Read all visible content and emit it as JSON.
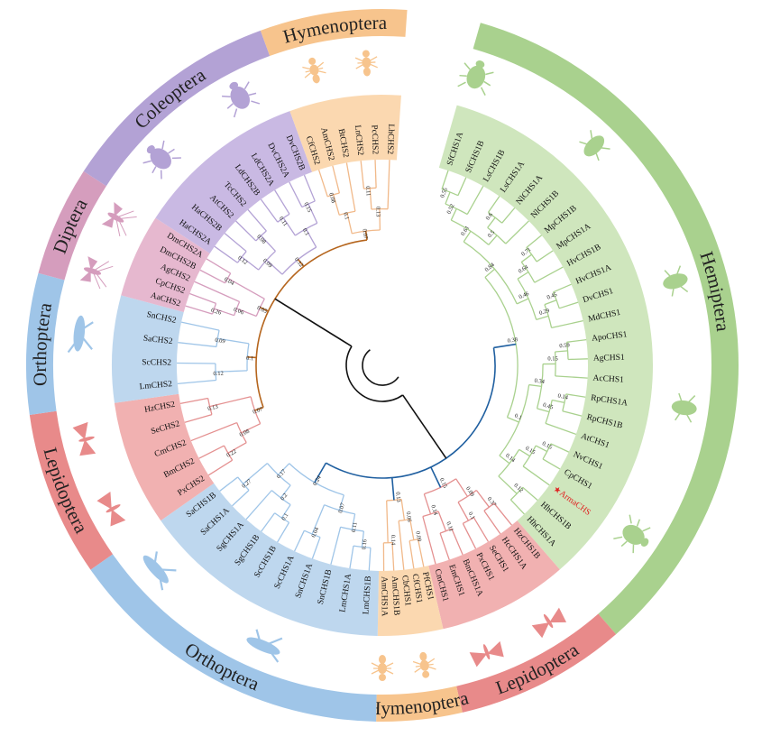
{
  "figure": {
    "type": "circular-phylogenetic-tree",
    "highlight_color": "#e02020"
  },
  "orders": [
    {
      "key": "hemiptera_a",
      "name": "Hemiptera",
      "color": "#a9d18e",
      "fill": "#cfe6bd",
      "line": "#a9d18e",
      "start": 16,
      "end": 139
    },
    {
      "key": "lepidoptera_a",
      "name": "Lepidoptera",
      "color": "#e88a8a",
      "fill": "#f1b1b1",
      "line": "#e49090",
      "start": 139,
      "end": 167
    },
    {
      "key": "hymenoptera_a",
      "name": "Hymenoptera",
      "color": "#f7c48d",
      "fill": "#fbd8b0",
      "line": "#f1b98a",
      "start": 167,
      "end": 181
    },
    {
      "key": "orthoptera_a",
      "name": "Orthoptera",
      "color": "#9fc5e8",
      "fill": "#bed7ee",
      "line": "#9fc5e8",
      "start": 181,
      "end": 235
    },
    {
      "key": "lepidoptera_b",
      "name": "Lepidoptera",
      "color": "#e88a8a",
      "fill": "#f1b1b1",
      "line": "#e49090",
      "start": 235,
      "end": 262
    },
    {
      "key": "orthoptera_b",
      "name": "Orthoptera",
      "color": "#9fc5e8",
      "fill": "#bed7ee",
      "line": "#9fc5e8",
      "start": 262,
      "end": 285
    },
    {
      "key": "diptera",
      "name": "Diptera",
      "color": "#d59dbd",
      "fill": "#e6b8cf",
      "line": "#d59dbd",
      "start": 285,
      "end": 303
    },
    {
      "key": "coleoptera",
      "name": "Coleoptera",
      "color": "#b3a2d5",
      "fill": "#c9b9e3",
      "line": "#b3a2d5",
      "start": 303,
      "end": 340
    },
    {
      "key": "hymenoptera_b",
      "name": "Hymenoptera",
      "color": "#f7c48d",
      "fill": "#fbd8b0",
      "line": "#f1b98a",
      "start": 340,
      "end": 364
    }
  ],
  "leaves": [
    {
      "name": "SfCHS1A",
      "order": "hemiptera_a"
    },
    {
      "name": "SfCHS1B",
      "order": "hemiptera_a"
    },
    {
      "name": "LsCHS1B",
      "order": "hemiptera_a"
    },
    {
      "name": "LsCHS1A",
      "order": "hemiptera_a"
    },
    {
      "name": "NlCHS1A",
      "order": "hemiptera_a"
    },
    {
      "name": "NlCHS1B",
      "order": "hemiptera_a"
    },
    {
      "name": "MpCHS1B",
      "order": "hemiptera_a"
    },
    {
      "name": "MpCHS1A",
      "order": "hemiptera_a"
    },
    {
      "name": "HvCHS1B",
      "order": "hemiptera_a"
    },
    {
      "name": "HvCHS1A",
      "order": "hemiptera_a"
    },
    {
      "name": "DvCHS1",
      "order": "hemiptera_a"
    },
    {
      "name": "MdCHS1",
      "order": "hemiptera_a"
    },
    {
      "name": "ApoCHS1",
      "order": "hemiptera_a"
    },
    {
      "name": "AgCHS1",
      "order": "hemiptera_a"
    },
    {
      "name": "AcCHS1",
      "order": "hemiptera_a"
    },
    {
      "name": "RpCHS1A",
      "order": "hemiptera_a"
    },
    {
      "name": "RpCHS1B",
      "order": "hemiptera_a"
    },
    {
      "name": "AtCHS1",
      "order": "hemiptera_a"
    },
    {
      "name": "NvCHS1",
      "order": "hemiptera_a"
    },
    {
      "name": "CpCHS1",
      "order": "hemiptera_a"
    },
    {
      "name": "ArmaCHS",
      "order": "hemiptera_a",
      "highlight": true
    },
    {
      "name": "HhCHS1B",
      "order": "hemiptera_a"
    },
    {
      "name": "HhCHS1A",
      "order": "hemiptera_a"
    },
    {
      "name": "HzCHS1B",
      "order": "lepidoptera_a"
    },
    {
      "name": "HcCHS1A",
      "order": "lepidoptera_a"
    },
    {
      "name": "SeCHS1",
      "order": "lepidoptera_a"
    },
    {
      "name": "PxCHS1",
      "order": "lepidoptera_a"
    },
    {
      "name": "BmCHS1A",
      "order": "lepidoptera_a"
    },
    {
      "name": "EmCHS1",
      "order": "lepidoptera_a"
    },
    {
      "name": "CmCHS1",
      "order": "lepidoptera_a"
    },
    {
      "name": "PfCHS1",
      "order": "hymenoptera_a"
    },
    {
      "name": "CfCHS1",
      "order": "hymenoptera_a"
    },
    {
      "name": "CbCHS1",
      "order": "hymenoptera_a"
    },
    {
      "name": "AmCHS1B",
      "order": "hymenoptera_a"
    },
    {
      "name": "AmCHS1A",
      "order": "hymenoptera_a"
    },
    {
      "name": "LmCHS1B",
      "order": "orthoptera_a"
    },
    {
      "name": "LmCHS1A",
      "order": "orthoptera_a"
    },
    {
      "name": "SnCHS1B",
      "order": "orthoptera_a"
    },
    {
      "name": "SnCHS1A",
      "order": "orthoptera_a"
    },
    {
      "name": "ScCHS1A",
      "order": "orthoptera_a"
    },
    {
      "name": "ScCHS1B",
      "order": "orthoptera_a"
    },
    {
      "name": "SgCHS1B",
      "order": "orthoptera_a"
    },
    {
      "name": "SgCHS1A",
      "order": "orthoptera_a"
    },
    {
      "name": "SaCHS1A",
      "order": "orthoptera_a"
    },
    {
      "name": "SaCHS1B",
      "order": "orthoptera_a"
    },
    {
      "name": "PxCHS2",
      "order": "lepidoptera_b"
    },
    {
      "name": "BmCHS2",
      "order": "lepidoptera_b"
    },
    {
      "name": "CmCHS2",
      "order": "lepidoptera_b"
    },
    {
      "name": "SeCHS2",
      "order": "lepidoptera_b"
    },
    {
      "name": "HzCHS2",
      "order": "lepidoptera_b"
    },
    {
      "name": "LmCHS2",
      "order": "orthoptera_b"
    },
    {
      "name": "ScCHS2",
      "order": "orthoptera_b"
    },
    {
      "name": "SaCHS2",
      "order": "orthoptera_b"
    },
    {
      "name": "SnCHS2",
      "order": "orthoptera_b"
    },
    {
      "name": "AaCHS2",
      "order": "diptera"
    },
    {
      "name": "CpCHS2",
      "order": "diptera"
    },
    {
      "name": "AgCHS2",
      "order": "diptera"
    },
    {
      "name": "DmCHS2B",
      "order": "diptera"
    },
    {
      "name": "DmCHS2A",
      "order": "diptera"
    },
    {
      "name": "HaCHS2A",
      "order": "coleoptera"
    },
    {
      "name": "HaCHS2B",
      "order": "coleoptera"
    },
    {
      "name": "AtCHS2",
      "order": "coleoptera"
    },
    {
      "name": "TcCHS2",
      "order": "coleoptera"
    },
    {
      "name": "LdCHS2B",
      "order": "coleoptera"
    },
    {
      "name": "LdCHS2A",
      "order": "coleoptera"
    },
    {
      "name": "DvCHS2A",
      "order": "coleoptera"
    },
    {
      "name": "DvCHS2B",
      "order": "coleoptera"
    },
    {
      "name": "CfCHS2",
      "order": "hymenoptera_b"
    },
    {
      "name": "AmCHS2",
      "order": "hymenoptera_b"
    },
    {
      "name": "BtCHS2",
      "order": "hymenoptera_b"
    },
    {
      "name": "LnCHS2",
      "order": "hymenoptera_b"
    },
    {
      "name": "PcCHS2",
      "order": "hymenoptera_b"
    },
    {
      "name": "LhCHS2",
      "order": "hymenoptera_b"
    }
  ],
  "bootstrap_values": [
    "0.55",
    "0.52",
    "0.6",
    "0.5",
    "0.61",
    "0.71",
    "0.64",
    "0.45",
    "0.29",
    "0.46",
    "0.84",
    "0.59",
    "0.15",
    "0.14",
    "0.45",
    "0.34",
    "0.15",
    "0.15",
    "0.12",
    "0.14",
    "0.1",
    "0.38",
    "0.37",
    "0.1",
    "0.09",
    "0.11",
    "0.14",
    "0.15",
    "0.09",
    "0.06",
    "0.14",
    "0.13",
    "0.16",
    "0.11",
    "0.04",
    "0.07",
    "0.1",
    "0.2",
    "0.27",
    "0.17",
    "0.24",
    "0.22",
    "0.08",
    "0.13",
    "0.07",
    "0.12",
    "0.09",
    "0.1",
    "0.26",
    "0.06",
    "0.04",
    "0.05",
    "0.12",
    "0.08",
    "0.09",
    "0.11",
    "0.15",
    "0.1",
    "0.12",
    "0.08",
    "0.1",
    "0.11",
    "0.13",
    "0.07",
    "0.06",
    "0.1",
    "0.12",
    "0.15",
    "0.03",
    "0.09",
    "0.14"
  ],
  "icons": [
    {
      "name": "bug-icon",
      "order": "hemiptera_a",
      "angle": 18
    },
    {
      "name": "leafhopper-icon",
      "order": "hemiptera_a",
      "angle": 44
    },
    {
      "name": "aphid-icon",
      "order": "hemiptera_a",
      "angle": 74
    },
    {
      "name": "assassin-bug-icon",
      "order": "hemiptera_a",
      "angle": 98
    },
    {
      "name": "stink-bug-icon",
      "order": "hemiptera_a",
      "angle": 124
    },
    {
      "name": "moth-icon",
      "order": "lepidoptera_a",
      "angle": 147
    },
    {
      "name": "moth-icon",
      "order": "lepidoptera_a",
      "angle": 160
    },
    {
      "name": "ant-icon",
      "order": "hymenoptera_a",
      "angle": 172
    },
    {
      "name": "bee-icon",
      "order": "hymenoptera_a",
      "angle": 180
    },
    {
      "name": "grasshopper-icon",
      "order": "orthoptera_a",
      "angle": 203
    },
    {
      "name": "grasshopper-icon",
      "order": "orthoptera_a",
      "angle": 228
    },
    {
      "name": "moth-icon",
      "order": "lepidoptera_b",
      "angle": 242
    },
    {
      "name": "moth-icon",
      "order": "lepidoptera_b",
      "angle": 256
    },
    {
      "name": "grasshopper-icon",
      "order": "orthoptera_b",
      "angle": 276
    },
    {
      "name": "mosquito-icon",
      "order": "diptera",
      "angle": 288
    },
    {
      "name": "fly-icon",
      "order": "diptera",
      "angle": 299
    },
    {
      "name": "beetle-icon",
      "order": "coleoptera",
      "angle": 313
    },
    {
      "name": "beetle-icon",
      "order": "coleoptera",
      "angle": 332
    },
    {
      "name": "bee-icon",
      "order": "hymenoptera_b",
      "angle": 347
    },
    {
      "name": "ant-icon",
      "order": "hymenoptera_b",
      "angle": 357
    }
  ]
}
